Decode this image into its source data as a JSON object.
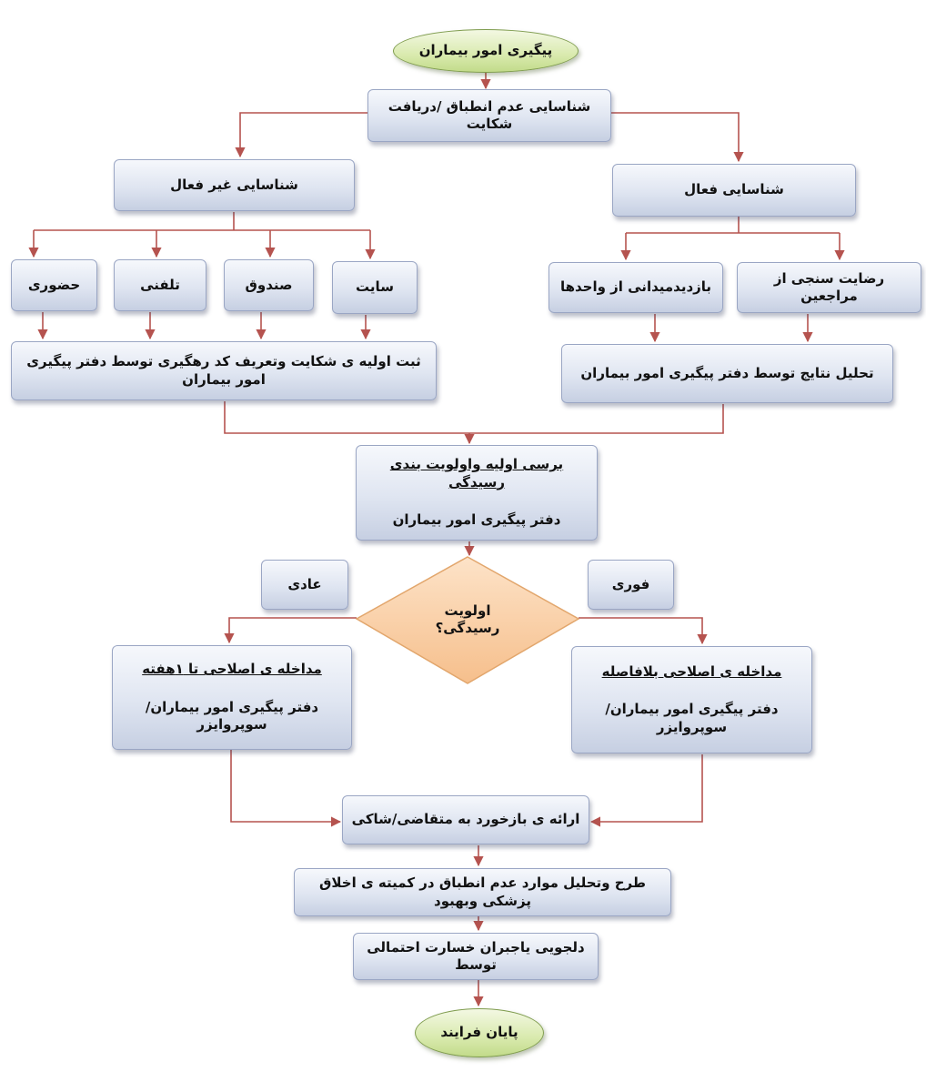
{
  "start": "پیگیری امور بیماران",
  "identify": "شناسایی عدم انطباق /دریافت شکایت",
  "passive": "شناسایی غیر فعال",
  "active": "شناسایی فعال",
  "channels": {
    "attendance": "حضوری",
    "phone": "تلفنی",
    "box": "صندوق",
    "site": "سایت"
  },
  "survey": "رضایت سنجی از مراجعین",
  "visit": "بازدیدمیدانی از واحدها",
  "register": "ثبت اولیه ی شکایت وتعریف کد رهگیری  توسط دفتر پیگیری امور بیماران",
  "analyze": "تحلیل نتایج توسط دفتر پیگیری امور بیماران",
  "review": {
    "title": "برسی اولیه واولویت بندی رسیدگی",
    "owner": "دفتر پیگیری امور بیماران"
  },
  "decision": {
    "line1": "اولویت",
    "line2": "رسیدگی؟"
  },
  "normal": "عادی",
  "urgent": "فوری",
  "normal_action": {
    "title": "مداخله ی اصلاحی تا ۱هفته",
    "owner": "دفتر پیگیری امور بیماران/سوپروایزر"
  },
  "urgent_action": {
    "title": "مداخله ی اصلاحی بلافاصله",
    "owner": "دفتر پیگیری امور بیماران/سوپروایزر"
  },
  "feedback": "ارائه ی بازخورد به متقاضی/شاکی",
  "ethics": "طرح وتحلیل موارد عدم انطباق در کمیته ی اخلاق پزشکی وبهبود",
  "compensation": "دلجویی یاجبران خسارت احتمالی توسط",
  "end": "پایان فرایند",
  "colors": {
    "connector": "#b5534f",
    "box_border": "#9aa6c4",
    "box_fill": "#dfe5f1",
    "terminal_fill": "#d9eaae",
    "terminal_border": "#7f9c4e",
    "diamond_fill": "#f8cda4",
    "diamond_border": "#e2a66c"
  }
}
